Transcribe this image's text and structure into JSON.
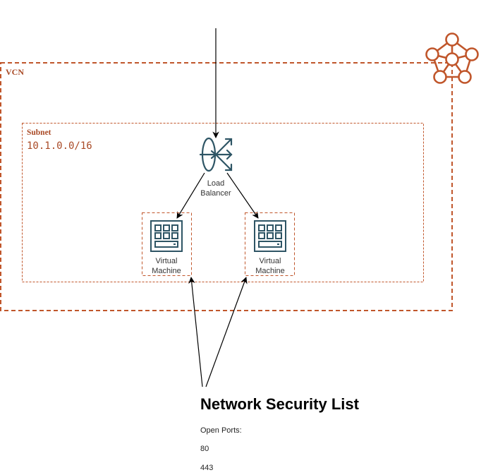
{
  "diagram": {
    "vcn": {
      "label": "VCN",
      "accent_color": "#C0562B"
    },
    "subnet": {
      "label": "Subnet",
      "cidr": "10.1.0.0/16",
      "accent_color": "#A94A26"
    },
    "load_balancer": {
      "label_line1": "Load",
      "label_line2": "Balancer",
      "icon_color": "#2E5565"
    },
    "vms": [
      {
        "label_line1": "Virtual",
        "label_line2": "Machine",
        "icon": "server-icon"
      },
      {
        "label_line1": "Virtual",
        "label_line2": "Machine",
        "icon": "server-icon"
      }
    ],
    "security_list": {
      "title": "Network Security List",
      "ports_heading": "Open Ports:",
      "ports": [
        "80",
        "443"
      ]
    },
    "icons": {
      "vcn_icon": "network-pentagon-icon"
    }
  }
}
